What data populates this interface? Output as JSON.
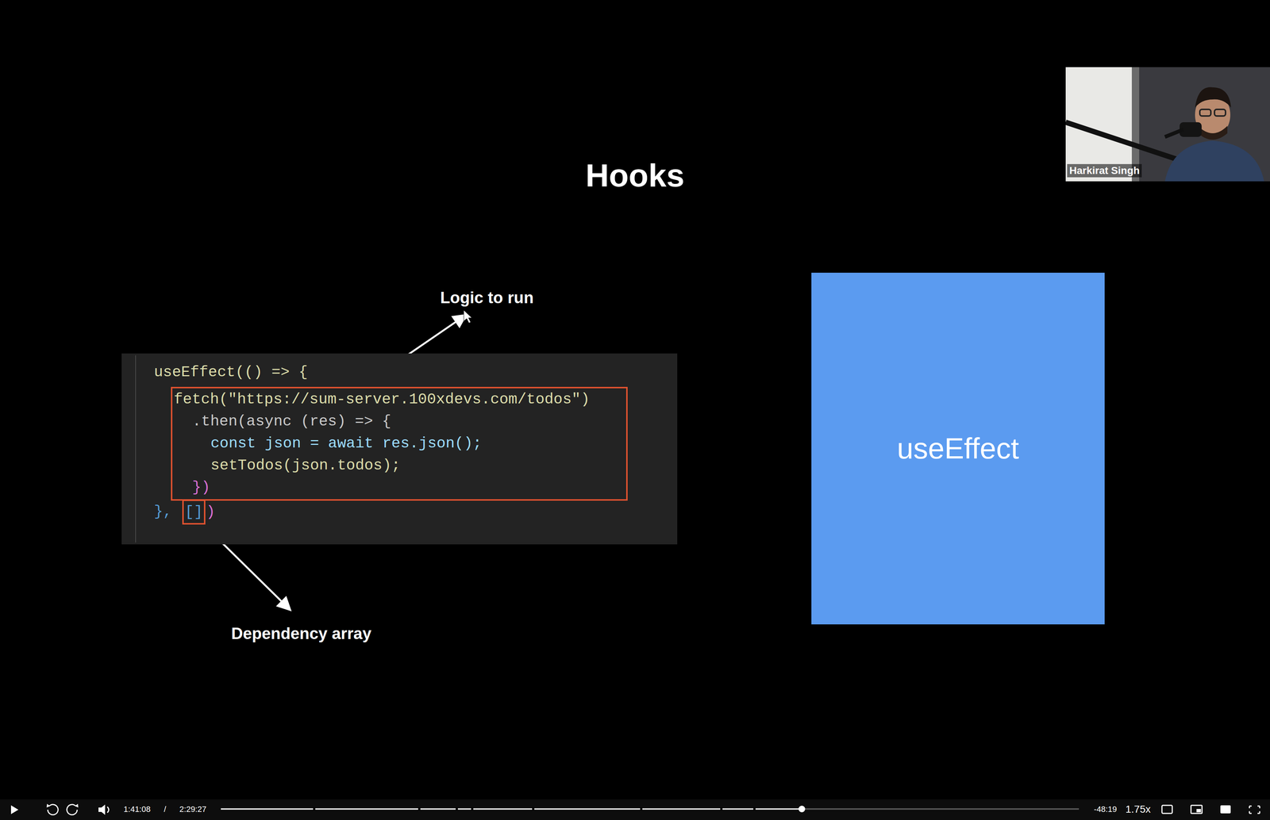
{
  "diagram": {
    "title": "Hooks",
    "nodes": [
      {
        "text": [
          "useEffect(() => {",
          "},",
          ")"
        ]
      },
      {
        "text": [
          "fetch(\"https://sum-server.100xdevs.com/todos\")",
          ".then(async (res) => {",
          "const json = await res.json();",
          "setTodos(json.todos);",
          "})"
        ],
        "in": 0
      },
      {
        "text": [
          "[]"
        ],
        "in": 0
      },
      {
        "text": [
          "useEffect"
        ]
      },
      {
        "text": [
          "Harkirat Singh"
        ]
      }
    ],
    "labels": [
      "Logic to run",
      "Dependency array",
      "1:41:08",
      "/",
      "2:29:27",
      "-48:19",
      "1.75x"
    ]
  }
}
